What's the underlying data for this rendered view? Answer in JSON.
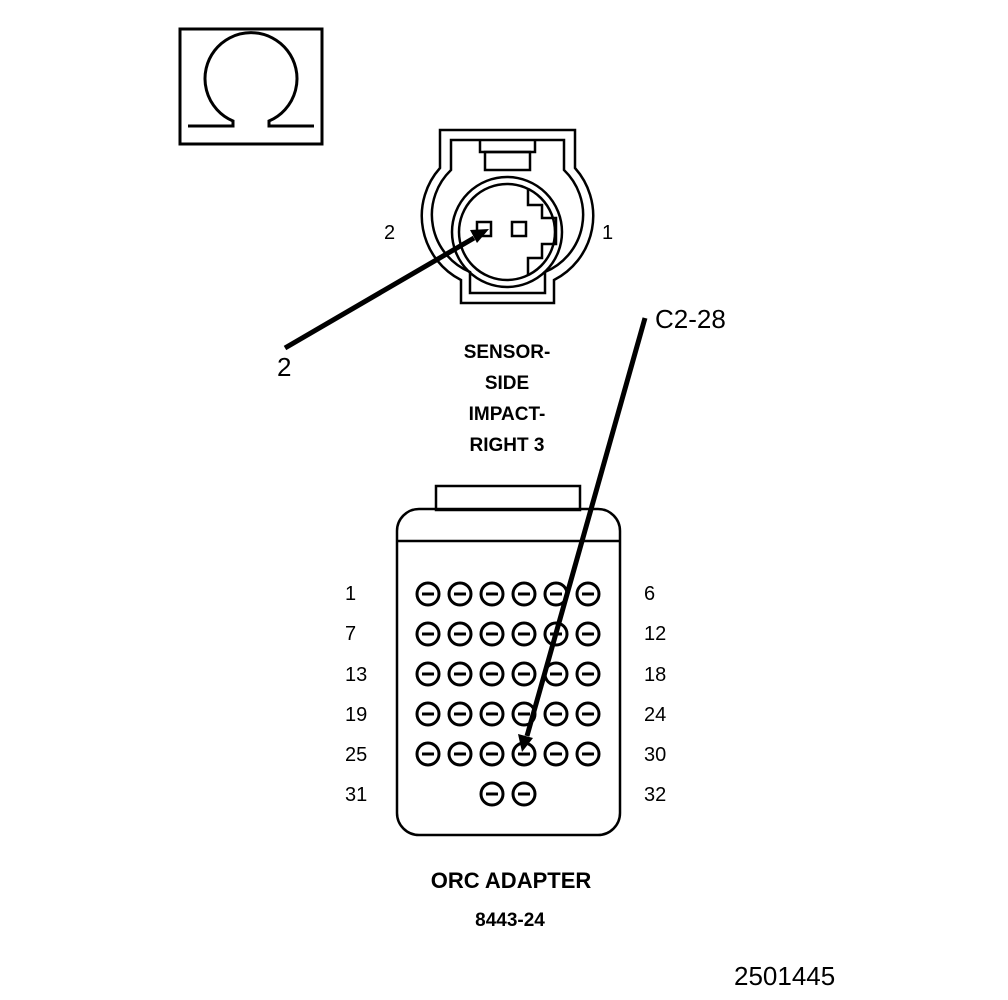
{
  "symbol": {
    "icon": "ohm-icon"
  },
  "sensor_connector": {
    "pin_left_label": "2",
    "pin_right_label": "1",
    "callout": "2",
    "name_lines": [
      "SENSOR-",
      "SIDE",
      "IMPACT-",
      "RIGHT 3"
    ]
  },
  "adapter_connector": {
    "callout": "C2-28",
    "row_labels_left": [
      "1",
      "7",
      "13",
      "19",
      "25",
      "31"
    ],
    "row_labels_right": [
      "6",
      "12",
      "18",
      "24",
      "30",
      "32"
    ],
    "name": "ORC ADAPTER",
    "part_number": "8443-24",
    "highlighted_pin": "28"
  },
  "figure_number": "2501445"
}
